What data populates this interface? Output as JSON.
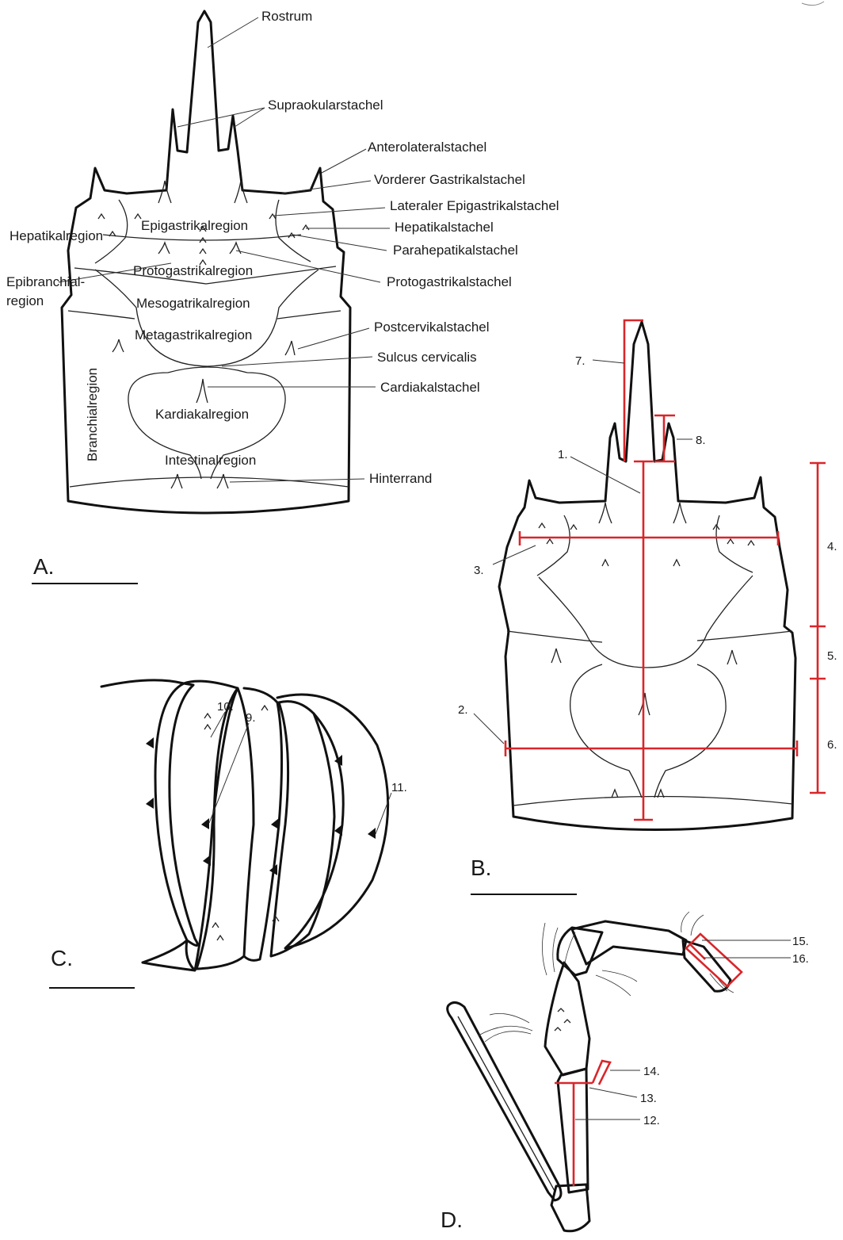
{
  "figure": {
    "panels": {
      "A": "A.",
      "B": "B.",
      "C": "C.",
      "D": "D."
    },
    "panel_a_labels": {
      "rostrum": "Rostrum",
      "supraokularstachel": "Supraokularstachel",
      "anterolateralstachel": "Anterolateralstachel",
      "vorderer_gastrikalstachel": "Vorderer Gastrikalstachel",
      "lateraler_epigastrikalstachel": "Lateraler Epigastrikalstachel",
      "hepatikalstachel": "Hepatikalstachel",
      "parahepatikalstachel": "Parahepatikalstachel",
      "protogastrikalstachel": "Protogastrikalstachel",
      "postcervikalstachel": "Postcervikalstachel",
      "sulcus_cervicalis": "Sulcus cervicalis",
      "cardiakalstachel": "Cardiakalstachel",
      "hinterrand": "Hinterrand",
      "hepatikalregion": "Hepatikalregion",
      "epigastrikalregion": "Epigastrikalregion",
      "protogastrikalregion": "Protogastrikalregion",
      "epibranchial_1": "Epibranchial-",
      "epibranchial_2": "region",
      "mesogastrikalregion": "Mesogatrikalregion",
      "metagastrikalregion": "Metagastrikalregion",
      "branchialregion": "Branchialregion",
      "kardiakalregion": "Kardiakalregion",
      "intestinalregion": "Intestinalregion"
    },
    "measurement_labels": {
      "m1": "1.",
      "m2": "2.",
      "m3": "3.",
      "m4": "4.",
      "m5": "5.",
      "m6": "6.",
      "m7": "7.",
      "m8": "8.",
      "m9": "9.",
      "m10": "10.",
      "m11": "11.",
      "m12": "12.",
      "m13": "13.",
      "m14": "14.",
      "m15": "15.",
      "m16": "16."
    },
    "colors": {
      "outline": "#111111",
      "measurement": "#d9262a"
    }
  }
}
